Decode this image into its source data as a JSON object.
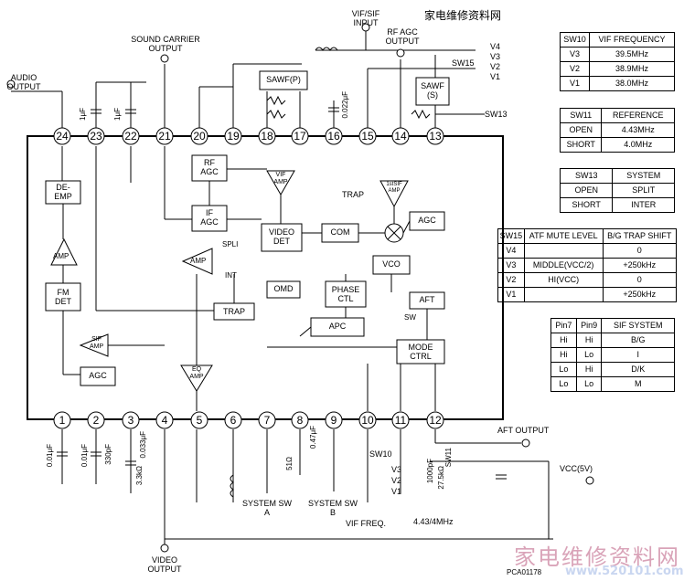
{
  "site_label": "家电维修资料网",
  "watermark": "家电维修资料网",
  "watermark_url": "www.520101.com",
  "part_code": "PCA01178",
  "io_labels": {
    "audio_output": [
      "AUDIO",
      "OUTPUT"
    ],
    "sound_carrier_output": [
      "SOUND CARRIER",
      "OUTPUT"
    ],
    "vif_sif_input": [
      "VIF/SIF",
      "INPUT"
    ],
    "rf_agc_output": [
      "RF AGC",
      "OUTPUT"
    ],
    "aft_output": "AFT OUTPUT",
    "vcc": "VCC(5V)",
    "video_output": [
      "VIDEO",
      "OUTPUT"
    ],
    "system_sw_a": [
      "SYSTEM SW",
      "A"
    ],
    "system_sw_b": [
      "SYSTEM SW",
      "B"
    ],
    "vif_freq": "VIF FREQ.",
    "trap": "TRAP",
    "spli": "SPLI",
    "int": "INT",
    "sw": "SW",
    "freq_443_4": "4.43/4MHz",
    "sw10_label": "SW10",
    "sw10_pos": [
      "V3",
      "V2",
      "V1"
    ],
    "sw15_label": "SW15",
    "sw15_pos": [
      "V4",
      "V3",
      "V2",
      "V1"
    ],
    "sw13_label": "SW13",
    "sw11_label": "SW11"
  },
  "blocks": {
    "de_emp": [
      "DE-",
      "EMP"
    ],
    "amp": "AMP",
    "fm_det": [
      "FM",
      "DET"
    ],
    "agc": "AGC",
    "sif_amp": [
      "SIF",
      "AMP"
    ],
    "rf_agc": [
      "RF",
      "AGC"
    ],
    "if_agc": [
      "IF",
      "AGC"
    ],
    "vif_amp": [
      "VIF",
      "AMP"
    ],
    "video_det": [
      "VIDEO",
      "DET"
    ],
    "com": "COM",
    "vco": "VCO",
    "omd": "OMD",
    "phase_ctl": [
      "PHASE",
      "CTL"
    ],
    "apc": "APC",
    "aft": "AFT",
    "mode_ctrl": [
      "MODE",
      "CTRL"
    ],
    "trap_block": "TRAP",
    "eq_amp": [
      "EQ",
      "AMP"
    ],
    "first_sif_amp": [
      "1stSIF",
      "AMP"
    ],
    "agc_right": "AGC",
    "sawf_p": "SAWF(P)",
    "sawf_s": [
      "SAWF",
      "(S)"
    ]
  },
  "components": {
    "c24": "1μF",
    "c23": "1μF",
    "c16": "0.022μF",
    "c1": "0.01μF",
    "c2": "0.01μF",
    "c2b": "330pF",
    "c3": "0.033μF",
    "r3": "3.3kΩ",
    "r8": "51Ω",
    "c8": "0.47μF",
    "c11": "1000pF",
    "r11": "27.5kΩ"
  },
  "pins_top": [
    "24",
    "23",
    "22",
    "21",
    "20",
    "19",
    "18",
    "17",
    "16",
    "15",
    "14",
    "13"
  ],
  "pins_bottom": [
    "1",
    "2",
    "3",
    "4",
    "5",
    "6",
    "7",
    "8",
    "9",
    "10",
    "11",
    "12"
  ],
  "tables": {
    "sw10": {
      "headers": [
        "SW10",
        "VIF FREQUENCY"
      ],
      "rows": [
        [
          "V3",
          "39.5MHz"
        ],
        [
          "V2",
          "38.9MHz"
        ],
        [
          "V1",
          "38.0MHz"
        ]
      ]
    },
    "sw11": {
      "headers": [
        "SW11",
        "REFERENCE"
      ],
      "rows": [
        [
          "OPEN",
          "4.43MHz"
        ],
        [
          "SHORT",
          "4.0MHz"
        ]
      ]
    },
    "sw13": {
      "headers": [
        "SW13",
        "SYSTEM"
      ],
      "rows": [
        [
          "OPEN",
          "SPLIT"
        ],
        [
          "SHORT",
          "INTER"
        ]
      ]
    },
    "sw15": {
      "headers": [
        "SW15",
        "ATF MUTE LEVEL",
        "B/G TRAP SHIFT"
      ],
      "rows": [
        [
          "V4",
          "",
          "0"
        ],
        [
          "V3",
          "MIDDLE(VCC/2)",
          "+250kHz"
        ],
        [
          "V2",
          "HI(VCC)",
          "0"
        ],
        [
          "V1",
          "",
          "+250kHz"
        ]
      ]
    },
    "sif": {
      "headers": [
        "Pin7",
        "Pin9",
        "SIF SYSTEM"
      ],
      "rows": [
        [
          "Hi",
          "Hi",
          "B/G"
        ],
        [
          "Hi",
          "Lo",
          "I"
        ],
        [
          "Lo",
          "Hi",
          "D/K"
        ],
        [
          "Lo",
          "Lo",
          "M"
        ]
      ]
    }
  }
}
